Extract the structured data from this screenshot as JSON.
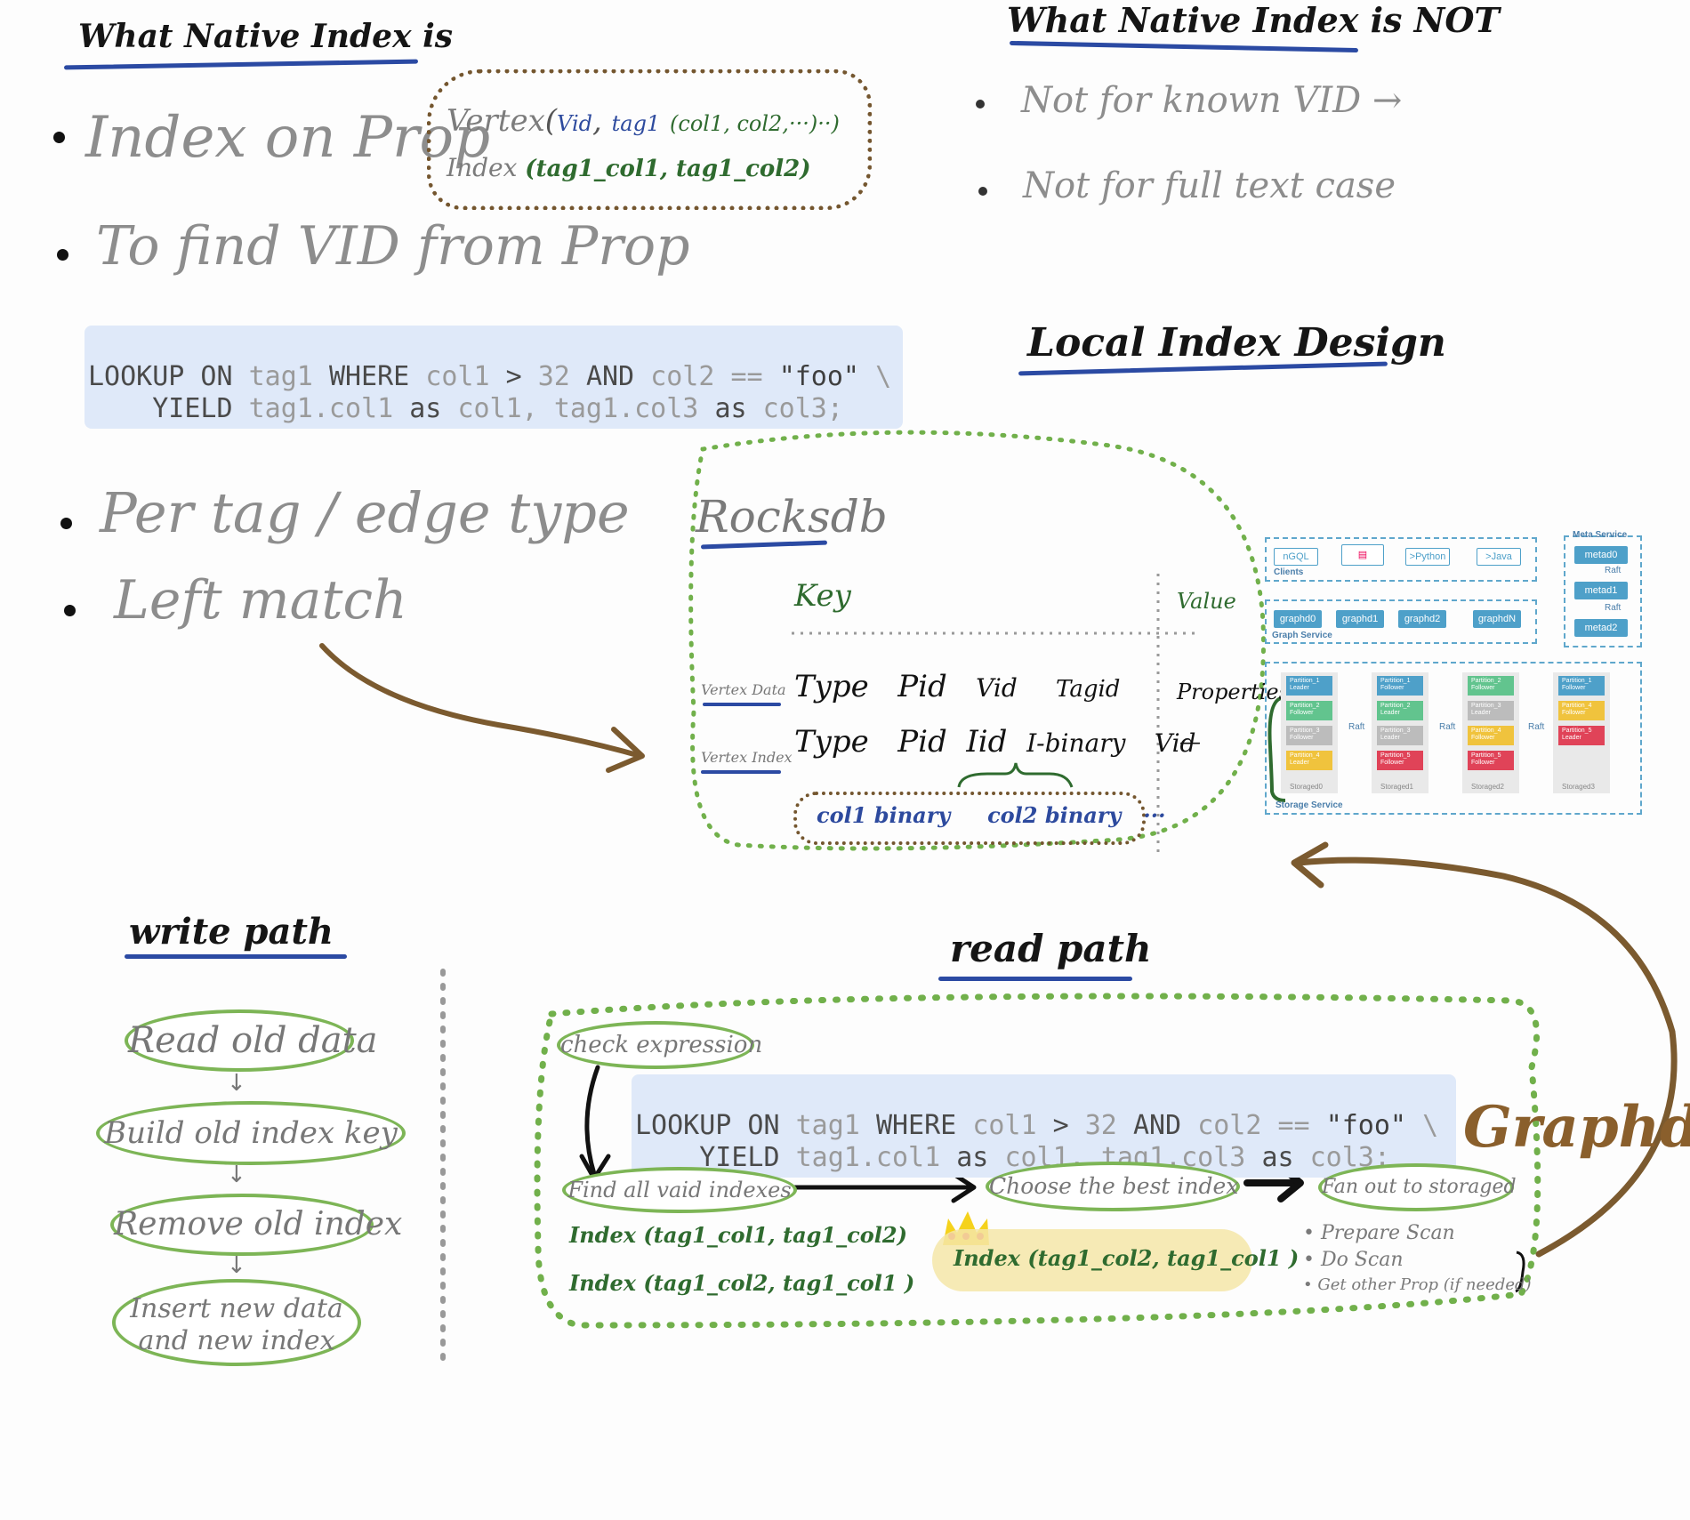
{
  "what_is": {
    "title": "What Native Index is",
    "bullets": [
      "Index on Prop",
      "To find VID from Prop"
    ],
    "example_vertex": {
      "vertex_label": "Vertex",
      "vid": "Vid",
      "tag": "tag1",
      "cols": "(col1, col2,···)··)",
      "index_label": "Index",
      "index_cols": "(tag1_col1, tag1_col2)"
    }
  },
  "what_not": {
    "title": "What Native Index is NOT",
    "bullets": [
      "Not for known VID →",
      "Not for full text case"
    ]
  },
  "lookup_query": {
    "line1_parts": [
      "LOOKUP ON",
      "tag1",
      "WHERE",
      "col1",
      ">",
      "32",
      "AND",
      "col2",
      "==",
      "\"foo\"",
      "\\"
    ],
    "line2_parts": [
      "YIELD",
      "tag1.col1",
      "as",
      "col1,",
      "tag1.col3",
      "as",
      "col3;"
    ]
  },
  "features": [
    "Per tag / edge type",
    "Left match"
  ],
  "local_index": {
    "title": "Local Index Design",
    "rocksdb_label": "Rocksdb",
    "key_header": "Key",
    "value_header": "Value",
    "vertex_data_label": "Vertex Data",
    "vertex_data_key": [
      "Type",
      "Pid",
      "Vid",
      "Tagid"
    ],
    "vertex_data_value": "Properties",
    "vertex_index_label": "Vertex Index",
    "vertex_index_key": [
      "Type",
      "Pid",
      "Iid",
      "I-binary",
      "Vid"
    ],
    "vertex_index_value": "—",
    "binary_parts": [
      "col1 binary",
      "col2 binary",
      "···"
    ]
  },
  "architecture": {
    "clients": [
      "nGQL",
      ">Python",
      ">Java"
    ],
    "clients_label": "Clients",
    "graph_nodes": [
      "graphd0",
      "graphd1",
      "graphd2",
      "graphdN"
    ],
    "graph_label": "Graph Service",
    "meta_label": "Meta Service",
    "meta_nodes": [
      "metad0",
      "metad1",
      "metad2"
    ],
    "raft_label": "Raft",
    "storage_label": "Storage Service",
    "storage_nodes": [
      "Storaged0",
      "Storaged1",
      "Storaged2",
      "Storaged3"
    ],
    "partitions": [
      [
        "Partition_1 Leader",
        "Partition_2 Follower",
        "Partition_3 Follower",
        "Partition_4 Leader"
      ],
      [
        "Partition_1 Follower",
        "Partition_2 Leader",
        "Partition_3 Leader",
        "Partition_5 Follower"
      ],
      [
        "Partition_2 Follower",
        "Partition_3 Leader",
        "Partition_4 Follower",
        "Partition_5 Follower"
      ],
      [
        "Partition_1 Follower",
        "Partition_4 Follower",
        "Partition_5 Leader"
      ]
    ],
    "colors": {
      "node": "#4ea0c9",
      "green": "#62c48e",
      "gray": "#bcbcbc",
      "yellow": "#f0c33d",
      "red": "#e04358"
    }
  },
  "write_path": {
    "title": "write path",
    "steps": [
      "Read old data",
      "Build old index key",
      "Remove old index",
      "Insert new data and new index"
    ]
  },
  "read_path": {
    "title": "read path",
    "check": "check expression",
    "find": "Find all vaid indexes",
    "choose": "Choose the best index",
    "fanout": "Fan out to storaged",
    "indexes": [
      "Index (tag1_col1, tag1_col2)",
      "Index (tag1_col2, tag1_col1 )"
    ],
    "best_index": "Index (tag1_col2, tag1_col1 )",
    "storaged_steps": [
      "Prepare Scan",
      "Do Scan",
      "Get other Prop (if needed)"
    ],
    "graphd_label": "Graphd"
  }
}
